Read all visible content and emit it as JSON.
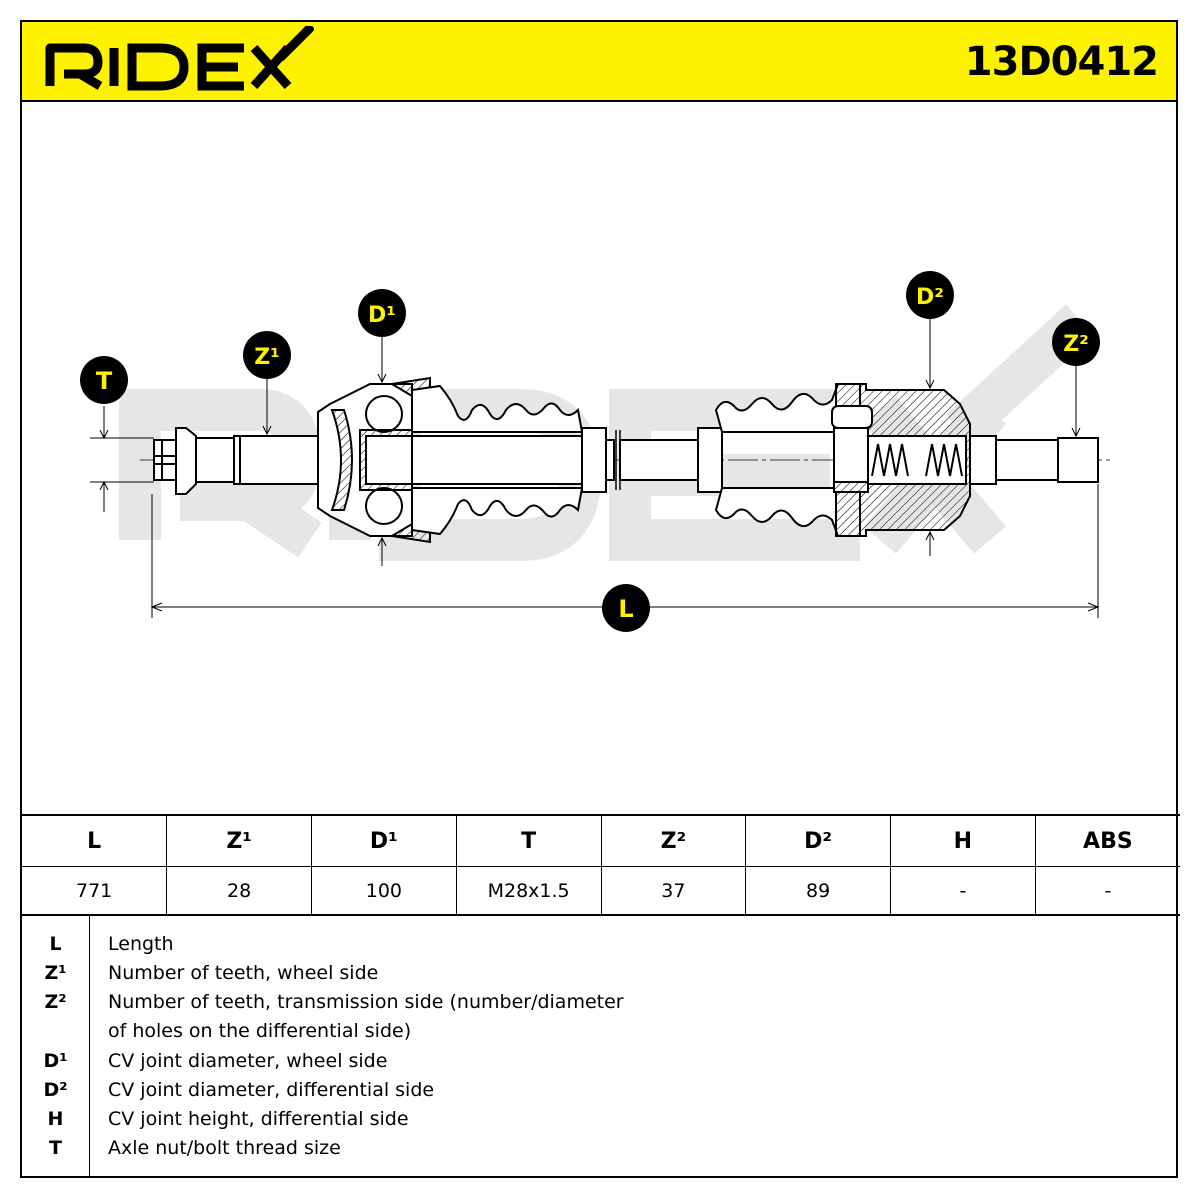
{
  "brand": {
    "name": "RIDEX",
    "colors": {
      "header_bg": "#fff200",
      "callout_bg": "#000000",
      "callout_text": "#fff200"
    }
  },
  "part_number": "13D0412",
  "drawing": {
    "watermark": "RIDEX",
    "callouts": {
      "T": "T",
      "Z1": "Z¹",
      "D1": "D¹",
      "D2": "D²",
      "Z2": "Z²",
      "L": "L"
    }
  },
  "spec_table": {
    "headers": [
      "L",
      "Z¹",
      "D¹",
      "T",
      "Z²",
      "D²",
      "H",
      "ABS"
    ],
    "values": [
      "771",
      "28",
      "100",
      "M28x1.5",
      "37",
      "89",
      "-",
      "-"
    ]
  },
  "legend": [
    {
      "key": "L",
      "desc": "Length"
    },
    {
      "key": "Z¹",
      "desc": "Number of teeth, wheel side"
    },
    {
      "key": "Z²",
      "desc": "Number of teeth, transmission side (number/diameter"
    },
    {
      "key": "",
      "desc": "of holes on the differential side)"
    },
    {
      "key": "D¹",
      "desc": "CV joint diameter, wheel side"
    },
    {
      "key": "D²",
      "desc": "CV joint diameter, differential side"
    },
    {
      "key": "H",
      "desc": "CV joint height, differential side"
    },
    {
      "key": "T",
      "desc": "Axle nut/bolt thread size"
    }
  ]
}
